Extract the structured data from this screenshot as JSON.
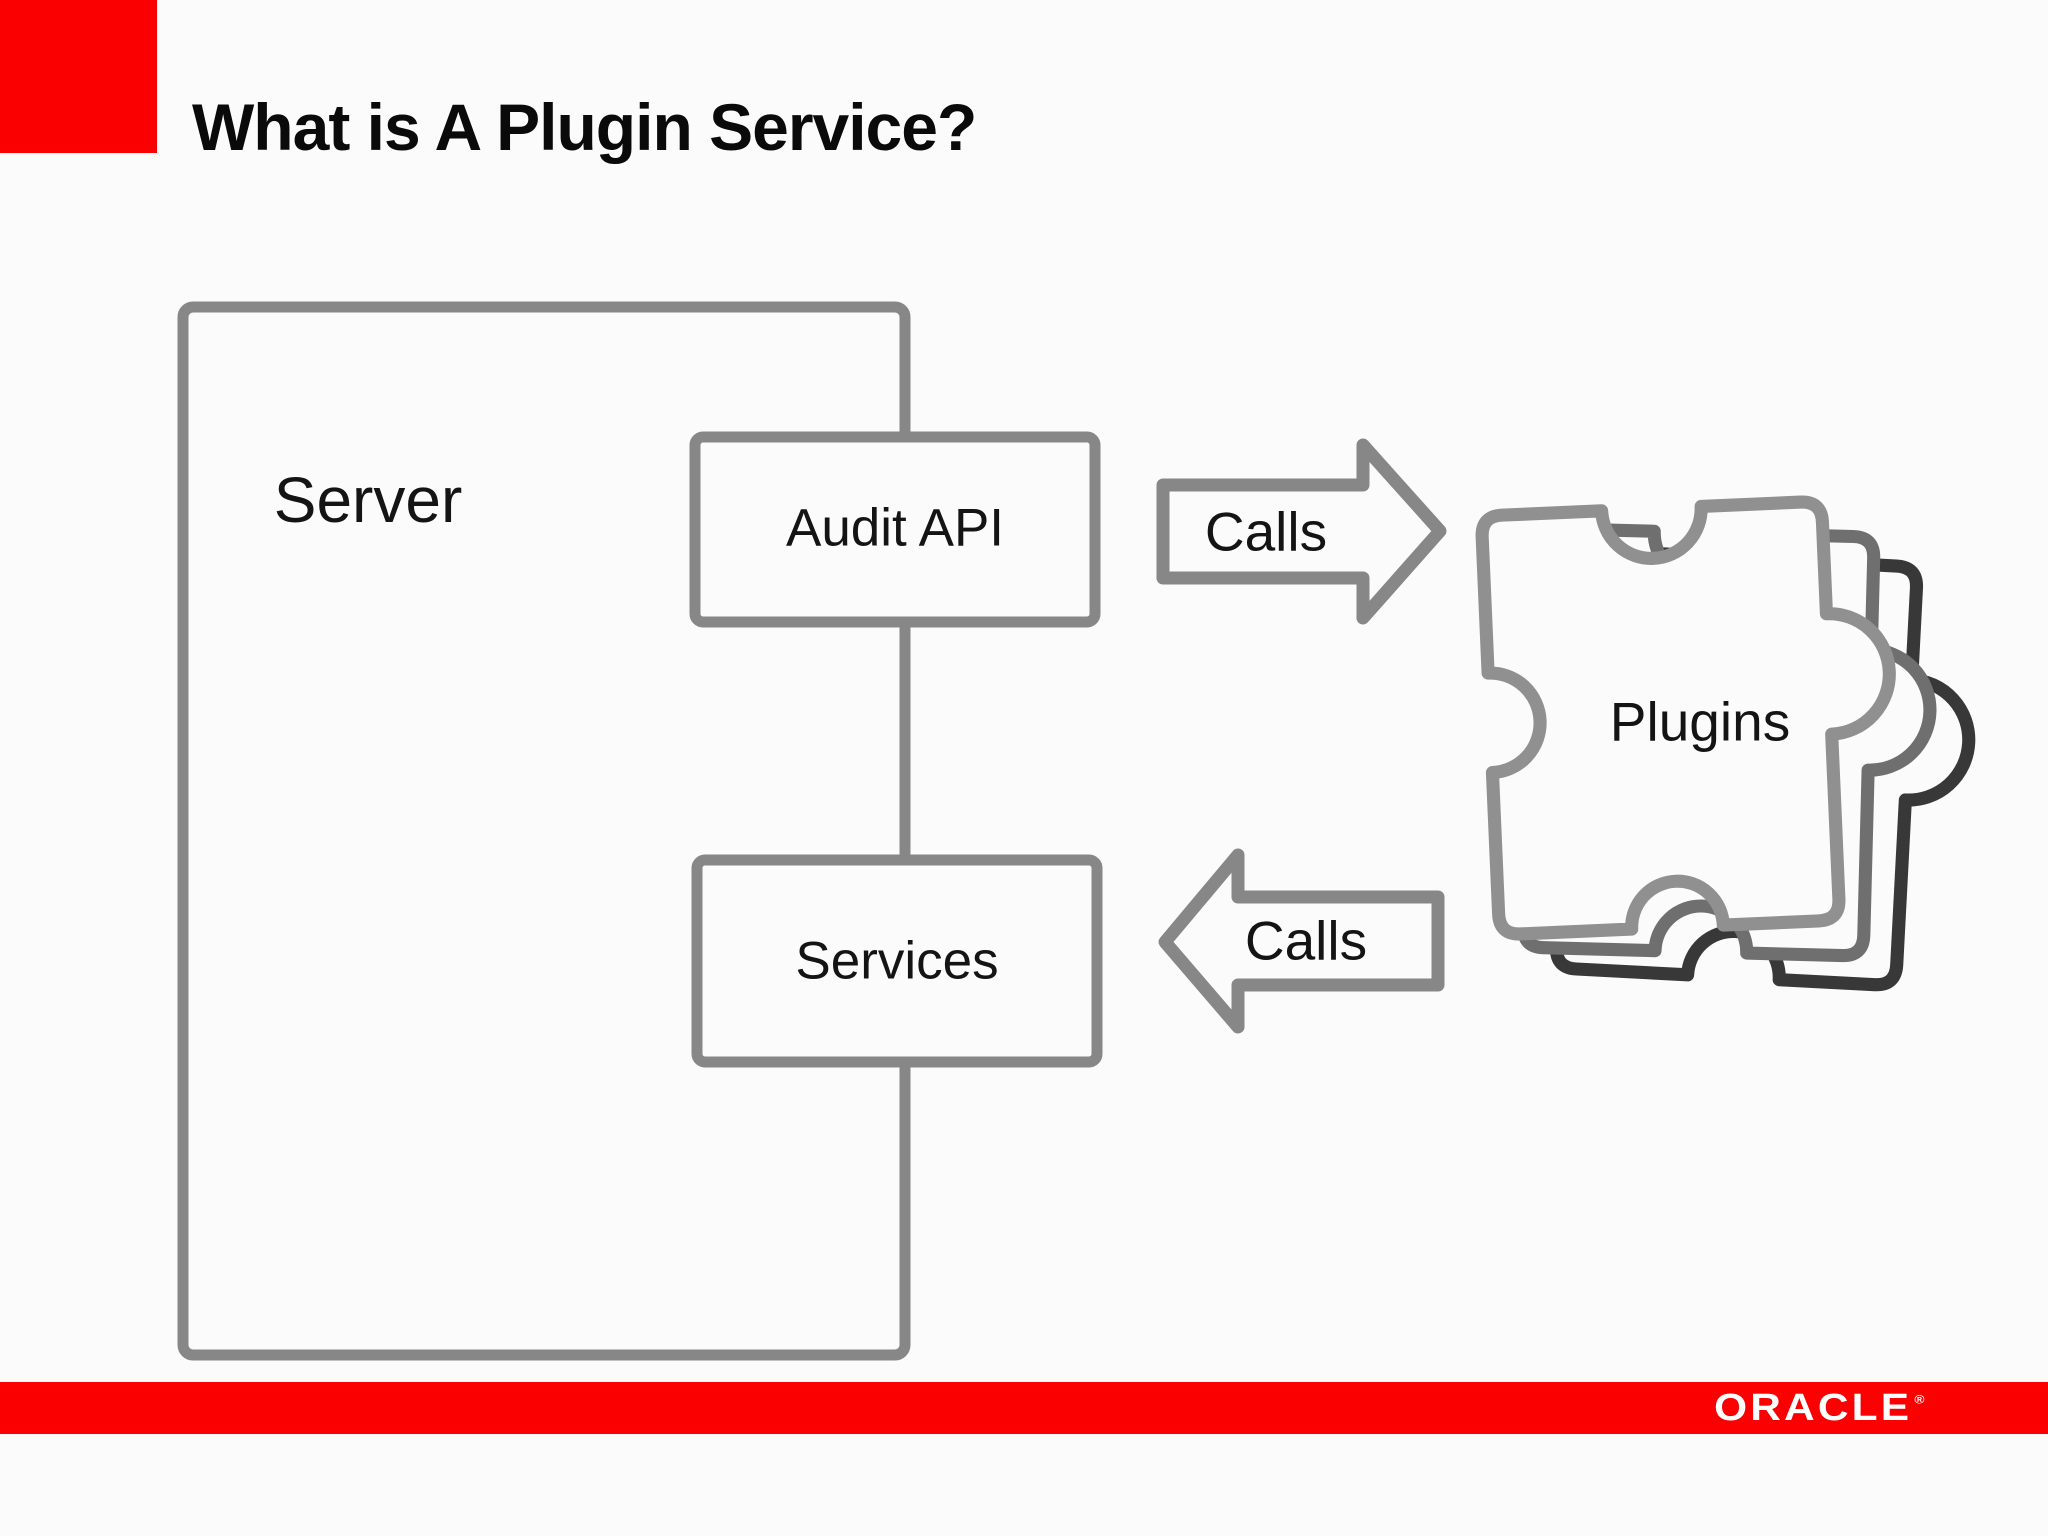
{
  "slide": {
    "title": "What is A Plugin Service?"
  },
  "colors": {
    "bg": "#fbfbfb",
    "accent_red": "#fb0000",
    "line_gray": "#878787",
    "puzzle_front_gray": "#909090",
    "puzzle_mid_gray": "#6f6f6f",
    "puzzle_back_gray": "#383838"
  },
  "diagram": {
    "server": {
      "label": "Server"
    },
    "audit_api": {
      "label": "Audit API"
    },
    "services": {
      "label": "Services"
    },
    "calls_to_plugins": {
      "label": "Calls"
    },
    "calls_to_services": {
      "label": "Calls"
    },
    "plugins": {
      "label": "Plugins"
    }
  },
  "footer": {
    "brand": "ORACLE",
    "registered_mark": "®"
  }
}
